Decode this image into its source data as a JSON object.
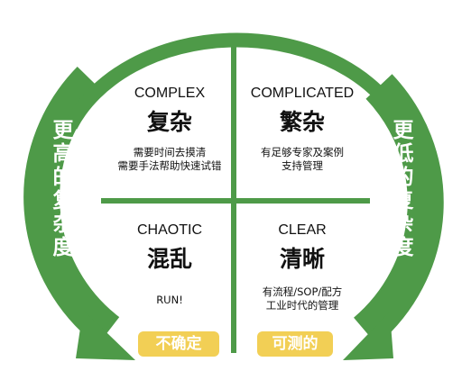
{
  "quadrants": [
    {
      "id": "complex",
      "title": "COMPLEX",
      "cn": "复杂",
      "desc_lines": [
        "需要时间去摸清",
        "需要手法帮助快速试错"
      ]
    },
    {
      "id": "complicated",
      "title": "COMPLICATED",
      "cn": "繁杂",
      "desc_lines": [
        "有足够专家及案例",
        "支持管理"
      ]
    },
    {
      "id": "chaotic",
      "title": "CHAOTIC",
      "cn": "混乱",
      "desc_lines": [
        "RUN!"
      ]
    },
    {
      "id": "clear",
      "title": "CLEAR",
      "cn": "清晰",
      "desc_lines": [
        "有流程/SOP/配方",
        "工业时代的管理"
      ]
    }
  ],
  "left_arrow_text": [
    "更",
    "高",
    "的",
    "复",
    "杂",
    "度"
  ],
  "right_arrow_text": [
    "更",
    "低",
    "的",
    "复",
    "杂",
    "度"
  ],
  "badges": {
    "left": "不确定",
    "right": "可测的"
  },
  "colors": {
    "green": "#4e9a48",
    "badge": "#f2cf55",
    "text": "#111111",
    "background": "#ffffff"
  }
}
